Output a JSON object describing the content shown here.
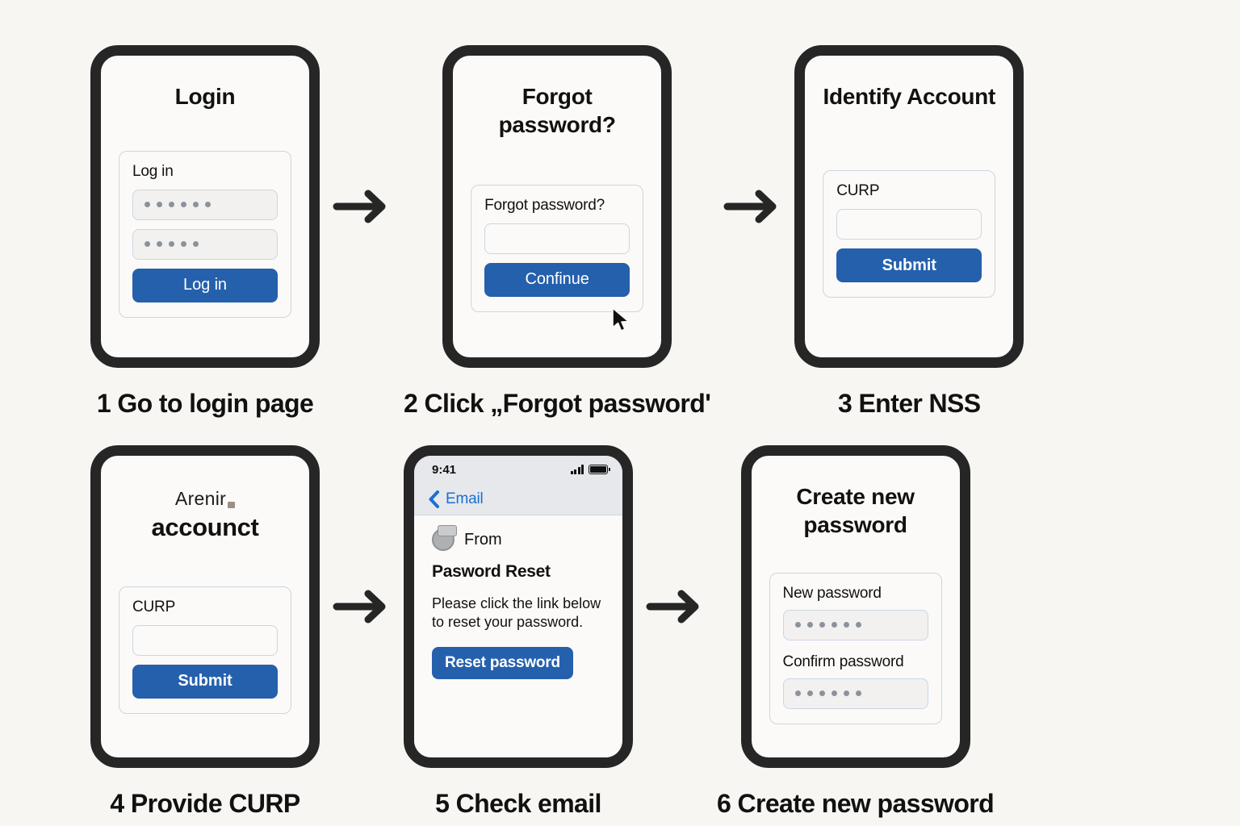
{
  "canvas": {
    "background": "#f7f6f3",
    "frame_color": "#262626",
    "accent_blue": "#2560ac",
    "border_color": "#ccd5e2"
  },
  "steps": [
    {
      "caption": "1 Go to login page",
      "screen_title": "Login",
      "card_label": "Log in",
      "fields": [
        {
          "type": "password",
          "dots": 6
        },
        {
          "type": "password",
          "dots": 5
        }
      ],
      "button": "Log in"
    },
    {
      "caption": "2 Click „Forgot password'",
      "screen_title": "Forgot password?",
      "card_label": "Forgot password?",
      "fields": [
        {
          "type": "text",
          "value": ""
        }
      ],
      "button": "Confinue",
      "cursor": "mouse-pointer"
    },
    {
      "caption": "3 Enter NSS",
      "screen_title": "Identify Account",
      "card_label": "CURP",
      "fields": [
        {
          "type": "text",
          "value": ""
        }
      ],
      "button": "Submit"
    },
    {
      "caption": "4 Provide CURP",
      "brand_word": "Arenir",
      "brand_sub": "accounct",
      "card_label": "CURP",
      "fields": [
        {
          "type": "text",
          "value": ""
        }
      ],
      "button": "Submit"
    },
    {
      "caption": "5 Check email",
      "status_time": "9:41",
      "nav_back_label": "Email",
      "from_label": "From",
      "mail_subject": "Pasword Reset",
      "mail_body_line1": "Please click the link below",
      "mail_body_line2": "to reset your password.",
      "mail_button": "Reset password"
    },
    {
      "caption": "6 Create new password",
      "screen_title": "Create new password",
      "field_label_1": "New password",
      "field_label_2": "Confirm password",
      "fields": [
        {
          "type": "password",
          "dots": 6
        },
        {
          "type": "password",
          "dots": 6
        }
      ]
    }
  ]
}
